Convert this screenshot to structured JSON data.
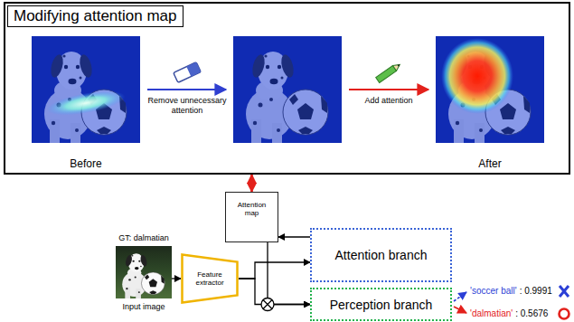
{
  "diagram": {
    "nodes": [
      {
        "text": [
          "Modifying attention map"
        ]
      },
      {
        "text": [
          "Attention map"
        ]
      },
      {
        "text": [
          "Attention branch"
        ]
      },
      {
        "text": [
          "GT: dalmatian",
          "Input image"
        ]
      },
      {
        "text": [
          "Feature extractor"
        ]
      },
      {
        "text": [
          "Perception branch"
        ]
      }
    ],
    "edges": [
      {
        "from": 0,
        "to": 1,
        "arrow": "both"
      },
      {
        "from": 3,
        "to": 4,
        "arrow": "to"
      },
      {
        "from": 4,
        "to": 2,
        "arrow": "to"
      },
      {
        "from": 4,
        "to": 5,
        "arrow": "to"
      },
      {
        "from": 2,
        "to": 1,
        "arrow": "to"
      },
      {
        "from": 1,
        "to": 5,
        "arrow": "to"
      }
    ],
    "labels": [
      "Before",
      "Remove unnecessary attention",
      "Add attention",
      "After",
      "'soccer ball'",
      ": 0.9991",
      "'dalmatian'",
      ": 0.5676"
    ]
  }
}
